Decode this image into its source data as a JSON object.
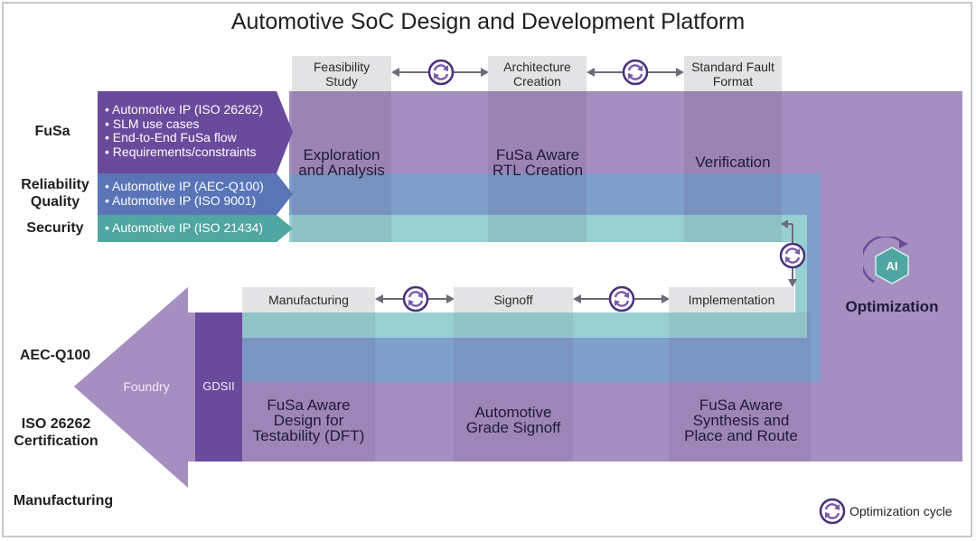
{
  "title": "Automotive SoC Design and Development Platform",
  "colors": {
    "purple_light": "#a58ec0",
    "purple_dark": "#6a4a9c",
    "blue_band": "#7f9fcc",
    "teal_band": "#98d0d2",
    "teal_dark": "#4fa6a2",
    "gray_box": "#e3e3e5",
    "cycle_icon": "#4b2f7a"
  },
  "row_labels": {
    "fusa": "FuSa",
    "reliability": [
      "Reliability",
      "Quality"
    ],
    "security": "Security",
    "aec": "AEC-Q100",
    "iso": [
      "ISO 26262",
      "Certification"
    ],
    "manufacturing": "Manufacturing"
  },
  "input_arrows": {
    "fusa": [
      "Automotive IP (ISO 26262)",
      "SLM use cases",
      "End-to-End FuSa flow",
      "Requirements/constraints"
    ],
    "reliability": [
      "Automotive IP (AEC-Q100)",
      "Automotive IP (ISO 9001)"
    ],
    "security": [
      "Automotive IP (ISO 21434)"
    ]
  },
  "top_steps": [
    {
      "label": [
        "Feasibility",
        "Study"
      ]
    },
    {
      "label": [
        "Architecture",
        "Creation"
      ]
    },
    {
      "label": [
        "Standard Fault",
        "Format"
      ]
    }
  ],
  "top_phases": [
    {
      "label": [
        "Exploration",
        "and Analysis"
      ]
    },
    {
      "label": [
        "FuSa Aware",
        "RTL Creation"
      ]
    },
    {
      "label": [
        "Verification"
      ]
    }
  ],
  "bottom_steps": [
    {
      "label": "Manufacturing"
    },
    {
      "label": "Signoff"
    },
    {
      "label": "Implementation"
    }
  ],
  "bottom_phases": [
    {
      "label": [
        "FuSa Aware",
        "Design for",
        "Testability (DFT)"
      ]
    },
    {
      "label": [
        "Automotive",
        "Grade Signoff"
      ]
    },
    {
      "label": [
        "FuSa Aware",
        "Synthesis and",
        "Place and Route"
      ]
    }
  ],
  "gdsii": "GDSII",
  "foundry": "Foundry",
  "optimization": {
    "label": "Optimization",
    "icon_text": "AI"
  },
  "legend": {
    "label": "Optimization cycle",
    "icon": "optimization-cycle-icon"
  }
}
